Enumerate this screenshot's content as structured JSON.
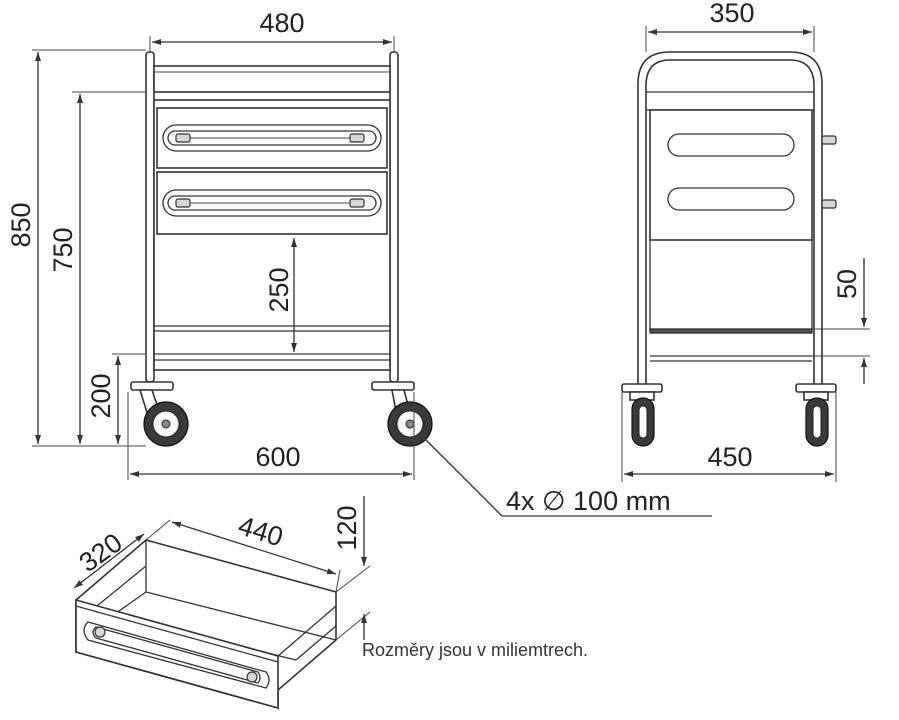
{
  "dimensions": {
    "front_width_top": "480",
    "front_height_total": "850",
    "front_height_body": "750",
    "front_gap_lower": "250",
    "front_base_height": "200",
    "front_width_bottom": "600",
    "side_width_top": "350",
    "side_shelf_height": "50",
    "side_width_bottom": "450",
    "wheel_spec": "4x  ∅ 100 mm",
    "drawer_depth": "320",
    "drawer_width": "440",
    "drawer_height": "120"
  },
  "note": "Rozměry jsou v miliemtrech.",
  "colors": {
    "line": "#333333",
    "fill_grey": "#d6d6d6",
    "tire": "#3a3a3a"
  }
}
